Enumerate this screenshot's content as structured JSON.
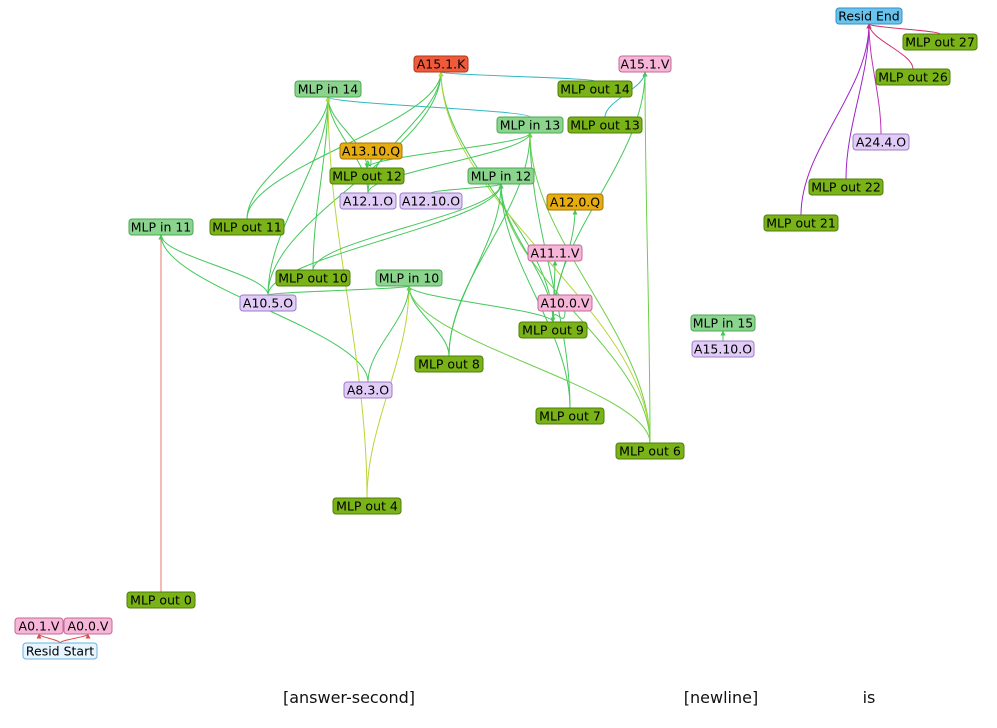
{
  "diagram": {
    "kinds": {
      "resid": {
        "fill": "#e6f5ff",
        "stroke": "#6ab0de",
        "text": "#000000"
      },
      "end": {
        "fill": "#68c3ee",
        "stroke": "#3b8fc0",
        "text": "#000000"
      },
      "mlpout": {
        "fill": "#7ab317",
        "stroke": "#4f7d0a",
        "text": "#000000"
      },
      "mlpin": {
        "fill": "#8ad48e",
        "stroke": "#4aa851",
        "text": "#000000"
      },
      "attn_v": {
        "fill": "#f7b6d8",
        "stroke": "#c06b98",
        "text": "#000000"
      },
      "attn_o": {
        "fill": "#e1ccf7",
        "stroke": "#9b7cc6",
        "text": "#000000"
      },
      "attn_q": {
        "fill": "#e6ac10",
        "stroke": "#a37606",
        "text": "#000000"
      },
      "attn_k": {
        "fill": "#f05a3a",
        "stroke": "#b3351c",
        "text": "#000000"
      }
    },
    "nodes": [
      {
        "id": "resid_end",
        "label": "Resid End",
        "kind": "end"
      },
      {
        "id": "mlp_out_27",
        "label": "MLP out 27",
        "kind": "mlpout"
      },
      {
        "id": "mlp_out_26",
        "label": "MLP out 26",
        "kind": "mlpout"
      },
      {
        "id": "a24_4_o",
        "label": "A24.4.O",
        "kind": "attn_o"
      },
      {
        "id": "mlp_out_22",
        "label": "MLP out 22",
        "kind": "mlpout"
      },
      {
        "id": "mlp_out_21",
        "label": "MLP out 21",
        "kind": "mlpout"
      },
      {
        "id": "a15_1_k",
        "label": "A15.1.K",
        "kind": "attn_k"
      },
      {
        "id": "a15_1_v",
        "label": "A15.1.V",
        "kind": "attn_v"
      },
      {
        "id": "mlp_in_14",
        "label": "MLP in 14",
        "kind": "mlpin"
      },
      {
        "id": "mlp_out_14",
        "label": "MLP out 14",
        "kind": "mlpout"
      },
      {
        "id": "mlp_in_13",
        "label": "MLP in 13",
        "kind": "mlpin"
      },
      {
        "id": "mlp_out_13",
        "label": "MLP out 13",
        "kind": "mlpout"
      },
      {
        "id": "a13_10_q",
        "label": "A13.10.Q",
        "kind": "attn_q"
      },
      {
        "id": "mlp_out_12",
        "label": "MLP out 12",
        "kind": "mlpout"
      },
      {
        "id": "mlp_in_12",
        "label": "MLP in 12",
        "kind": "mlpin"
      },
      {
        "id": "a12_1_o",
        "label": "A12.1.O",
        "kind": "attn_o"
      },
      {
        "id": "a12_10_o",
        "label": "A12.10.O",
        "kind": "attn_o"
      },
      {
        "id": "a12_0_q",
        "label": "A12.0.Q",
        "kind": "attn_q"
      },
      {
        "id": "mlp_in_11",
        "label": "MLP in 11",
        "kind": "mlpin"
      },
      {
        "id": "mlp_out_11",
        "label": "MLP out 11",
        "kind": "mlpout"
      },
      {
        "id": "a11_1_v",
        "label": "A11.1.V",
        "kind": "attn_v"
      },
      {
        "id": "mlp_out_10",
        "label": "MLP out 10",
        "kind": "mlpout"
      },
      {
        "id": "mlp_in_10",
        "label": "MLP in 10",
        "kind": "mlpin"
      },
      {
        "id": "a10_5_o",
        "label": "A10.5.O",
        "kind": "attn_o"
      },
      {
        "id": "a10_0_v",
        "label": "A10.0.V",
        "kind": "attn_v"
      },
      {
        "id": "mlp_out_9",
        "label": "MLP out 9",
        "kind": "mlpout"
      },
      {
        "id": "mlp_in_15",
        "label": "MLP in 15",
        "kind": "mlpin"
      },
      {
        "id": "a15_10_o",
        "label": "A15.10.O",
        "kind": "attn_o"
      },
      {
        "id": "mlp_out_8",
        "label": "MLP out 8",
        "kind": "mlpout"
      },
      {
        "id": "a8_3_o",
        "label": "A8.3.O",
        "kind": "attn_o"
      },
      {
        "id": "mlp_out_7",
        "label": "MLP out 7",
        "kind": "mlpout"
      },
      {
        "id": "mlp_out_6",
        "label": "MLP out 6",
        "kind": "mlpout"
      },
      {
        "id": "mlp_out_4",
        "label": "MLP out 4",
        "kind": "mlpout"
      },
      {
        "id": "mlp_out_0",
        "label": "MLP out 0",
        "kind": "mlpout"
      },
      {
        "id": "a0_1_v",
        "label": "A0.1.V",
        "kind": "attn_v"
      },
      {
        "id": "a0_0_v",
        "label": "A0.0.V",
        "kind": "attn_v"
      },
      {
        "id": "resid_start",
        "label": "Resid Start",
        "kind": "resid"
      }
    ],
    "edges": [
      {
        "from": "mlp_out_21",
        "to": "resid_end",
        "color": "#a020c8"
      },
      {
        "from": "mlp_out_22",
        "to": "resid_end",
        "color": "#a020c8"
      },
      {
        "from": "a24_4_o",
        "to": "resid_end",
        "color": "#c030b8"
      },
      {
        "from": "mlp_out_26",
        "to": "resid_end",
        "color": "#d0306a"
      },
      {
        "from": "mlp_out_27",
        "to": "resid_end",
        "color": "#d0306a"
      },
      {
        "from": "mlp_out_0",
        "to": "mlp_in_11",
        "color": "#e8776a"
      },
      {
        "from": "resid_start",
        "to": "a0_1_v",
        "color": "#e04a4a"
      },
      {
        "from": "resid_start",
        "to": "a0_0_v",
        "color": "#e04a4a"
      },
      {
        "from": "a10_5_o",
        "to": "mlp_in_11",
        "color": "#44c85a"
      },
      {
        "from": "a8_3_o",
        "to": "mlp_in_11",
        "color": "#44c85a"
      },
      {
        "from": "mlp_out_11",
        "to": "mlp_in_14",
        "color": "#44c85a"
      },
      {
        "from": "mlp_out_10",
        "to": "mlp_in_14",
        "color": "#44c85a"
      },
      {
        "from": "mlp_out_12",
        "to": "mlp_in_14",
        "color": "#44c85a"
      },
      {
        "from": "a10_5_o",
        "to": "mlp_in_14",
        "color": "#44c85a"
      },
      {
        "from": "a12_1_o",
        "to": "mlp_in_14",
        "color": "#44c85a"
      },
      {
        "from": "mlp_out_14",
        "to": "a15_1_k",
        "color": "#30b8c0"
      },
      {
        "from": "mlp_out_13",
        "to": "a15_1_v",
        "color": "#30b8c0"
      },
      {
        "from": "mlp_in_13",
        "to": "mlp_in_14",
        "color": "#30b8c0"
      },
      {
        "from": "mlp_out_9",
        "to": "a15_1_k",
        "color": "#44c85a"
      },
      {
        "from": "a10_5_o",
        "to": "a15_1_k",
        "color": "#44c85a"
      },
      {
        "from": "mlp_out_11",
        "to": "a15_1_k",
        "color": "#44c85a"
      },
      {
        "from": "a12_1_o",
        "to": "a15_1_k",
        "color": "#44c85a"
      },
      {
        "from": "mlp_out_6",
        "to": "a15_1_v",
        "color": "#6ccf4a"
      },
      {
        "from": "mlp_out_9",
        "to": "a15_1_v",
        "color": "#44c85a"
      },
      {
        "from": "mlp_out_8",
        "to": "mlp_in_13",
        "color": "#44c85a"
      },
      {
        "from": "a12_1_o",
        "to": "mlp_in_13",
        "color": "#44c85a"
      },
      {
        "from": "mlp_out_12",
        "to": "mlp_in_13",
        "color": "#44c85a"
      },
      {
        "from": "mlp_out_7",
        "to": "mlp_in_13",
        "color": "#44c85a"
      },
      {
        "from": "mlp_out_6",
        "to": "mlp_in_13",
        "color": "#6ccf4a"
      },
      {
        "from": "mlp_out_4",
        "to": "mlp_in_14",
        "color": "#b8d638"
      },
      {
        "from": "mlp_out_4",
        "to": "mlp_in_10",
        "color": "#b8d638"
      },
      {
        "from": "mlp_out_6",
        "to": "a15_1_k",
        "color": "#b8d638"
      },
      {
        "from": "a13_10_q",
        "to": "mlp_out_12",
        "color": "#44c85a"
      },
      {
        "from": "a12_10_o",
        "to": "mlp_in_12",
        "color": "#44c85a"
      },
      {
        "from": "mlp_out_10",
        "to": "mlp_in_12",
        "color": "#44c85a"
      },
      {
        "from": "a10_5_o",
        "to": "mlp_in_12",
        "color": "#44c85a"
      },
      {
        "from": "mlp_out_8",
        "to": "mlp_in_12",
        "color": "#44c85a"
      },
      {
        "from": "mlp_out_7",
        "to": "mlp_in_12",
        "color": "#44c85a"
      },
      {
        "from": "mlp_out_6",
        "to": "mlp_in_12",
        "color": "#6ccf4a"
      },
      {
        "from": "mlp_out_9",
        "to": "mlp_in_12",
        "color": "#44c85a"
      },
      {
        "from": "mlp_out_9",
        "to": "a12_0_q",
        "color": "#44c85a"
      },
      {
        "from": "mlp_out_9",
        "to": "a11_1_v",
        "color": "#44c85a"
      },
      {
        "from": "a10_0_v",
        "to": "mlp_out_9",
        "color": "#44c85a"
      },
      {
        "from": "a10_5_o",
        "to": "mlp_in_10",
        "color": "#44c85a"
      },
      {
        "from": "mlp_out_8",
        "to": "mlp_in_10",
        "color": "#44c85a"
      },
      {
        "from": "a8_3_o",
        "to": "mlp_in_10",
        "color": "#44c85a"
      },
      {
        "from": "mlp_out_9",
        "to": "mlp_in_10",
        "color": "#44c85a"
      },
      {
        "from": "mlp_out_6",
        "to": "mlp_in_10",
        "color": "#6ccf4a"
      },
      {
        "from": "a15_10_o",
        "to": "mlp_in_15",
        "color": "#44c85a"
      }
    ],
    "tokens": [
      "[answer-second]",
      "[newline]",
      "is"
    ]
  }
}
